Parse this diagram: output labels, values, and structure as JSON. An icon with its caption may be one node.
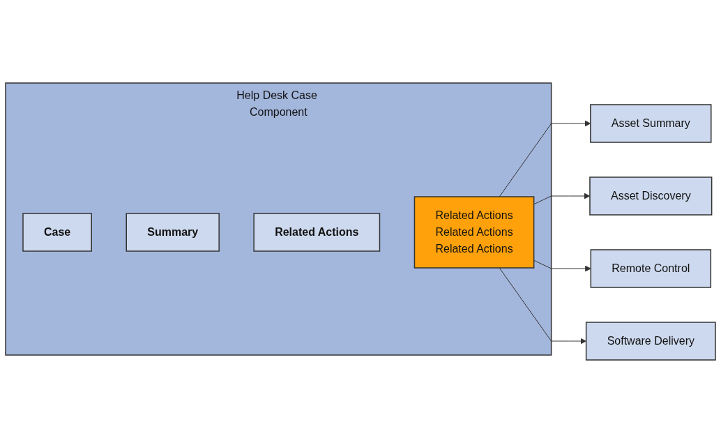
{
  "diagram": {
    "nodes": [
      {
        "text": [
          "Help Desk Case Component"
        ]
      },
      {
        "text": [
          "Case"
        ],
        "in": 0
      },
      {
        "text": [
          "Summary"
        ],
        "in": 0
      },
      {
        "text": [
          "Related Actions"
        ],
        "in": 0
      },
      {
        "text": [
          "Related Actions",
          "Related Actions",
          "Related Actions"
        ],
        "in": 0
      },
      {
        "text": [
          "Asset Summary"
        ]
      },
      {
        "text": [
          "Asset Discovery"
        ]
      },
      {
        "text": [
          "Remote Control"
        ]
      },
      {
        "text": [
          "Software Delivery"
        ]
      }
    ],
    "edges": [
      {
        "from": 4,
        "to": 5,
        "arrow": "to"
      },
      {
        "from": 4,
        "to": 6,
        "arrow": "to"
      },
      {
        "from": 4,
        "to": 7,
        "arrow": "to"
      },
      {
        "from": 4,
        "to": 8,
        "arrow": "to"
      }
    ]
  }
}
